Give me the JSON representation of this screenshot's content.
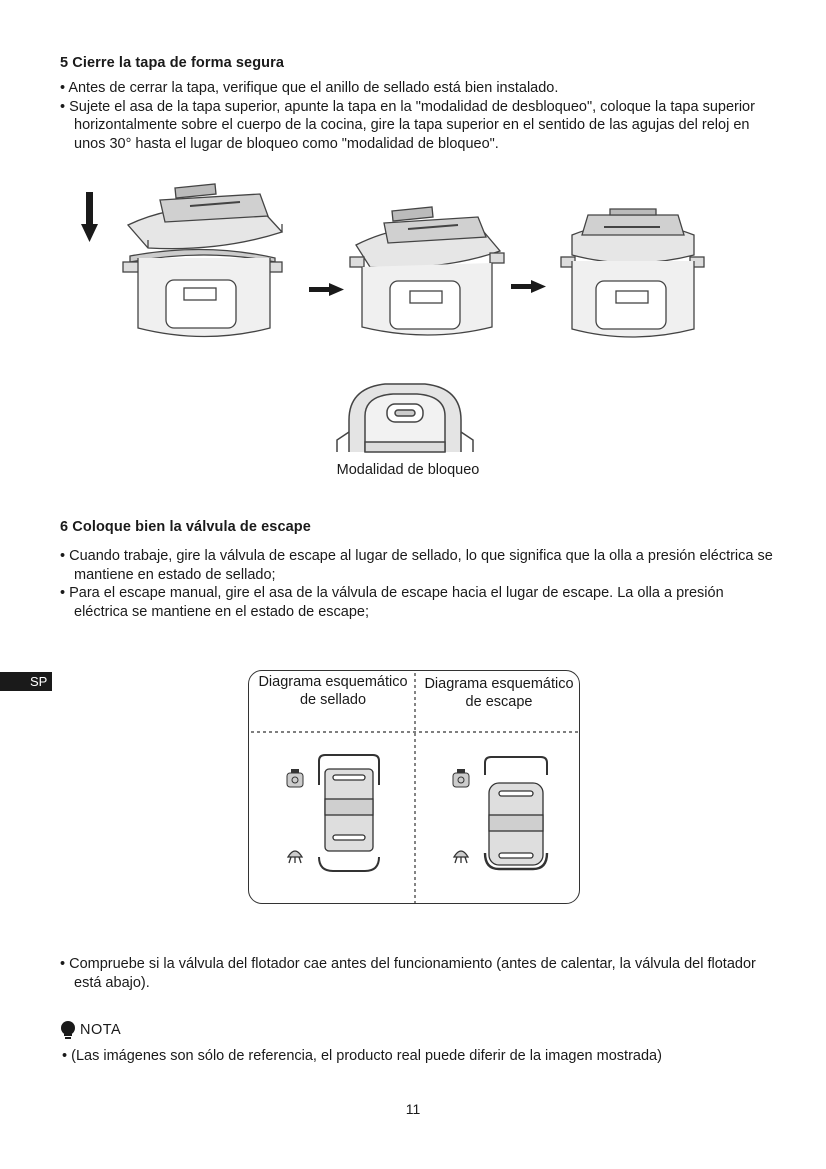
{
  "section5": {
    "heading": "5 Cierre la tapa de forma segura",
    "bullets": [
      "Antes de cerrar la tapa, verifique que el anillo de sellado está bien instalado.",
      "Sujete el asa de la tapa superior, apunte la tapa en la \"modalidad de desbloqueo\", coloque la tapa superior horizontalmente sobre el cuerpo de la cocina, gire la tapa superior en el sentido de las agujas del reloj en unos 30° hasta el lugar de bloqueo como \"modalidad de bloqueo\"."
    ],
    "caption": "Modalidad de bloqueo"
  },
  "section6": {
    "heading": "6 Coloque bien la válvula de escape",
    "bullets": [
      "Cuando trabaje, gire la válvula de escape al lugar de sellado, lo que significa que la olla a presión eléctrica se mantiene en estado de sellado;",
      "Para el escape manual, gire el asa de la válvula de escape hacia el lugar de escape. La olla a presión eléctrica se mantiene en el estado de escape;"
    ],
    "diagram": {
      "left_title": "Diagrama esquemático de sellado",
      "right_title": "Diagrama esquemático de escape"
    },
    "after_bullet": "Compruebe si la válvula del flotador cae antes del funcionamiento (antes de calentar, la válvula del flotador está abajo)."
  },
  "language_tab": "SP",
  "note": {
    "title": "NOTA",
    "bullet": "(Las imágenes son sólo de referencia, el producto real puede diferir de la imagen mostrada)"
  },
  "page_number": "11",
  "icons": [
    "down-arrow-icon",
    "right-arrow-icon",
    "lightbulb-icon",
    "pot-icon",
    "steam-icon"
  ]
}
